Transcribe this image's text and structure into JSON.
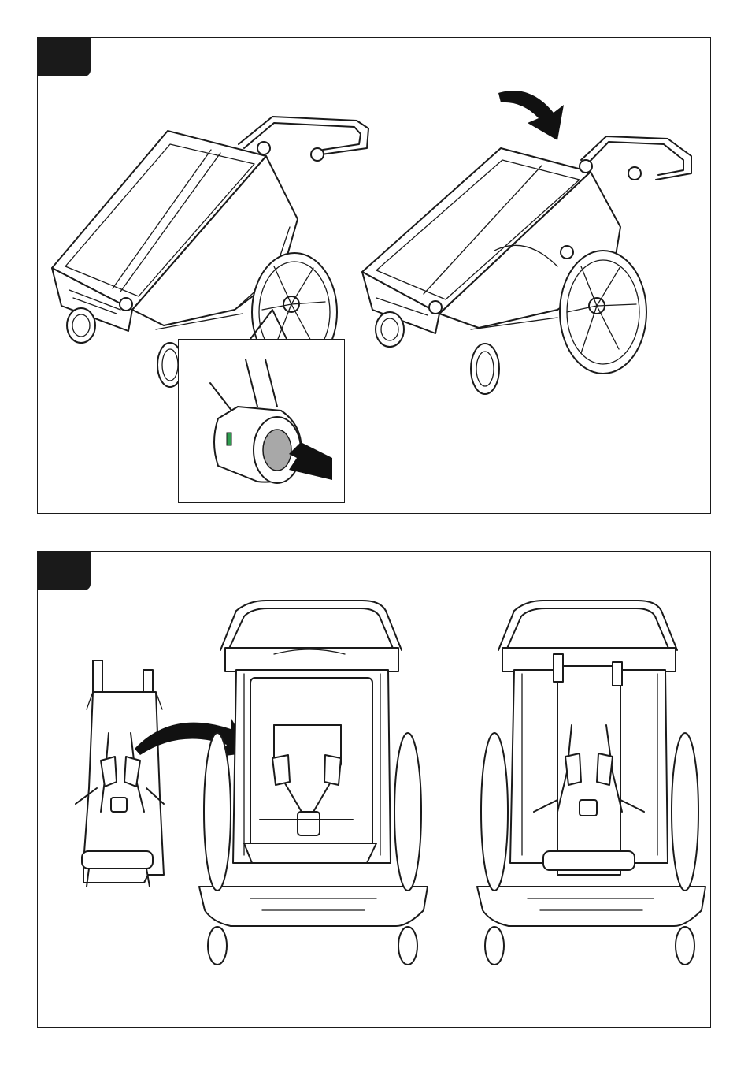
{
  "steps": [
    {
      "number": "",
      "illustrations": [
        "trailer-seat-lowered",
        "release-button-detail",
        "trailer-seat-reclined"
      ]
    },
    {
      "number": "",
      "illustrations": [
        "seat-insert",
        "trailer-front-view-empty",
        "trailer-front-view-insert-installed"
      ]
    }
  ],
  "colors": {
    "line": "#1a1a1a",
    "indicator": "#2e9e4f",
    "button": "#a8a8a8"
  }
}
